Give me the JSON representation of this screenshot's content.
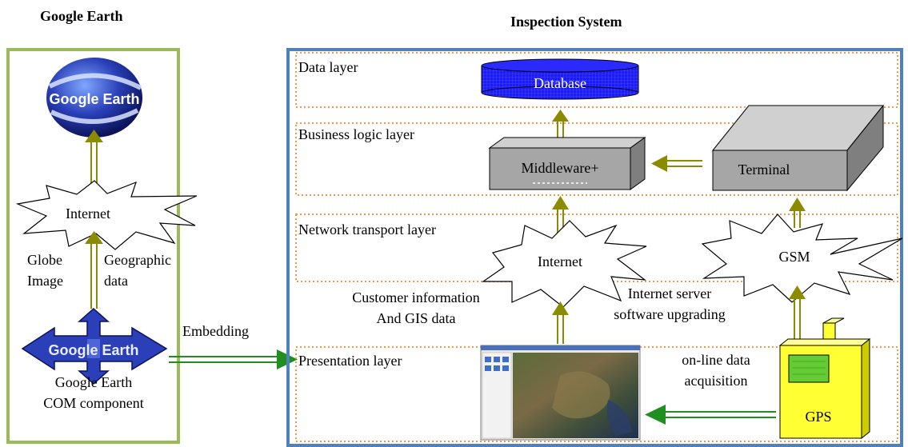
{
  "left_panel": {
    "title": "Google Earth",
    "logo_text": "Google Earth",
    "internet_label": "Internet",
    "globe_image_label": [
      "Globe",
      "Image"
    ],
    "geographic_data_label": [
      "Geographic",
      "data"
    ],
    "com_logo_text": "Google Earth",
    "com_component_label": [
      "Google Earth",
      "COM component"
    ]
  },
  "embedding_label": "Embedding",
  "right_panel": {
    "title": "Inspection System",
    "layers": {
      "data": "Data layer",
      "business": "Business logic layer",
      "network": "Network transport layer",
      "presentation": "Presentation layer"
    },
    "database_label": "Database",
    "middleware_label": "Middleware+",
    "terminal_label": "Terminal",
    "internet_label": "Internet",
    "gsm_label": "GSM",
    "gps_label": "GPS",
    "customer_info_label": [
      "Customer information",
      "And GIS data"
    ],
    "internet_server_label": [
      "Internet server",
      "software upgrading"
    ],
    "online_acquisition_label": [
      "on-line data",
      "acquisition"
    ]
  },
  "colors": {
    "left_border": "#9bbb59",
    "right_border": "#4f81bd",
    "layer_dots": "#f79646",
    "arrow_olive": "#8b8b00",
    "arrow_green": "#1f8f1f",
    "database_blue": "#1414ff",
    "box_gray": "#a6a6a6",
    "gps_yellow": "#ffff33",
    "gps_screen": "#66cc33"
  },
  "icons": [
    "google-earth-logo-icon",
    "google-earth-com-icon",
    "gis-screenshot-icon"
  ]
}
